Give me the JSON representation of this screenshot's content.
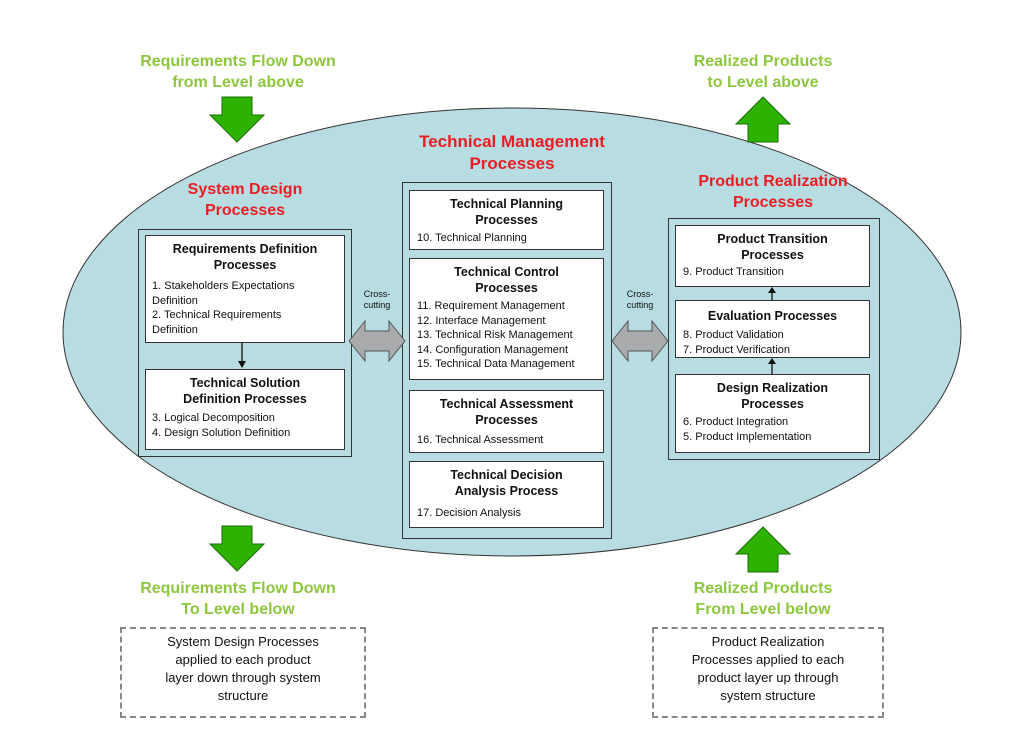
{
  "top_left_label": [
    "Requirements Flow Down",
    "from Level above"
  ],
  "top_right_label": [
    "Realized Products",
    "to Level above"
  ],
  "bottom_left_label": [
    "Requirements Flow Down",
    "To Level below"
  ],
  "bottom_right_label": [
    "Realized Products",
    "From Level below"
  ],
  "system_design": {
    "title": [
      "System Design",
      "Processes"
    ],
    "req_def": {
      "title": [
        "Requirements Definition",
        "Processes"
      ],
      "items": [
        "1.  Stakeholders Expectations",
        "      Definition",
        "2.  Technical Requirements",
        "      Definition"
      ]
    },
    "tech_sol": {
      "title": [
        "Technical Solution",
        "Definition Processes"
      ],
      "items": [
        "3.  Logical Decomposition",
        "4.  Design Solution Definition"
      ]
    }
  },
  "technical_management": {
    "title": [
      "Technical Management",
      "Processes"
    ],
    "planning": {
      "title": [
        "Technical Planning",
        "Processes"
      ],
      "items": [
        "10.  Technical Planning"
      ]
    },
    "control": {
      "title": [
        "Technical Control",
        "Processes"
      ],
      "items": [
        "11.  Requirement Management",
        "12.  Interface Management",
        "13.  Technical Risk Management",
        "14.  Configuration Management",
        "15.  Technical Data Management"
      ]
    },
    "assessment": {
      "title": [
        "Technical Assessment",
        "Processes"
      ],
      "items": [
        "16.  Technical Assessment"
      ]
    },
    "decision": {
      "title": [
        "Technical Decision",
        "Analysis Process"
      ],
      "items": [
        "17.  Decision Analysis"
      ]
    }
  },
  "product_realization": {
    "title": [
      "Product Realization",
      "Processes"
    ],
    "transition": {
      "title": [
        "Product Transition",
        "Processes"
      ],
      "items": [
        "9.  Product Transition"
      ]
    },
    "evaluation": {
      "title": [
        "Evaluation Processes"
      ],
      "items": [
        "8.  Product Validation",
        "7.  Product Verification"
      ]
    },
    "design_real": {
      "title": [
        "Design Realization",
        "Processes"
      ],
      "items": [
        "6.  Product Integration",
        "5.  Product Implementation"
      ]
    }
  },
  "cross_cutting_left": [
    "Cross-",
    "cutting"
  ],
  "cross_cutting_right": [
    "Cross-",
    "cutting"
  ],
  "note_left": [
    "System Design Processes",
    "applied to each product",
    "layer down through system",
    "structure"
  ],
  "note_right": [
    "Product Realization",
    "Processes applied to each",
    "product  layer up through",
    "system  structure"
  ],
  "colors": {
    "green": "#8dc63f",
    "red": "#ed1c24",
    "ellipse": "#b7dde3",
    "arrow_green": "#2db200",
    "double_arrow": "#a9abad"
  }
}
